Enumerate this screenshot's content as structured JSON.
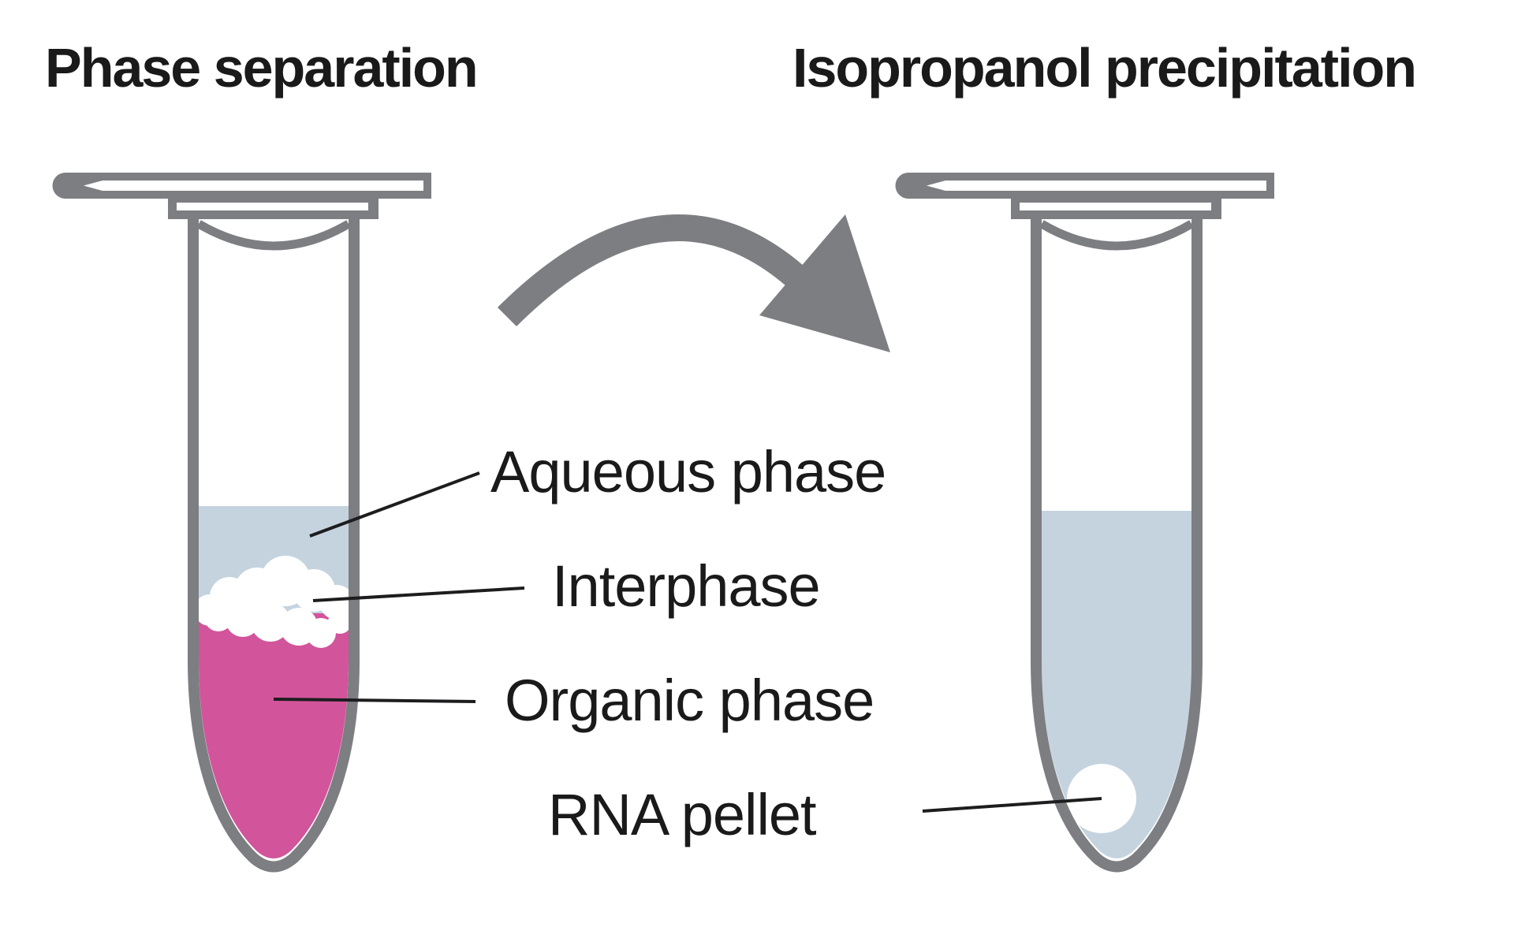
{
  "panels": {
    "left": {
      "title": "Phase separation"
    },
    "right": {
      "title": "Isopropanol precipitation"
    }
  },
  "annotations": {
    "aqueous": "Aqueous phase",
    "interphase": "Interphase",
    "organic": "Organic phase",
    "rna_pellet": "RNA pellet"
  },
  "colors": {
    "outline_gray": "#7d7e82",
    "aqueous_blue": "#c5d3df",
    "organic_pink": "#d2549b",
    "interphase_white": "#ffffff",
    "pellet_white": "#ffffff",
    "leader_black": "#1d1d1f",
    "background": "#ffffff"
  }
}
